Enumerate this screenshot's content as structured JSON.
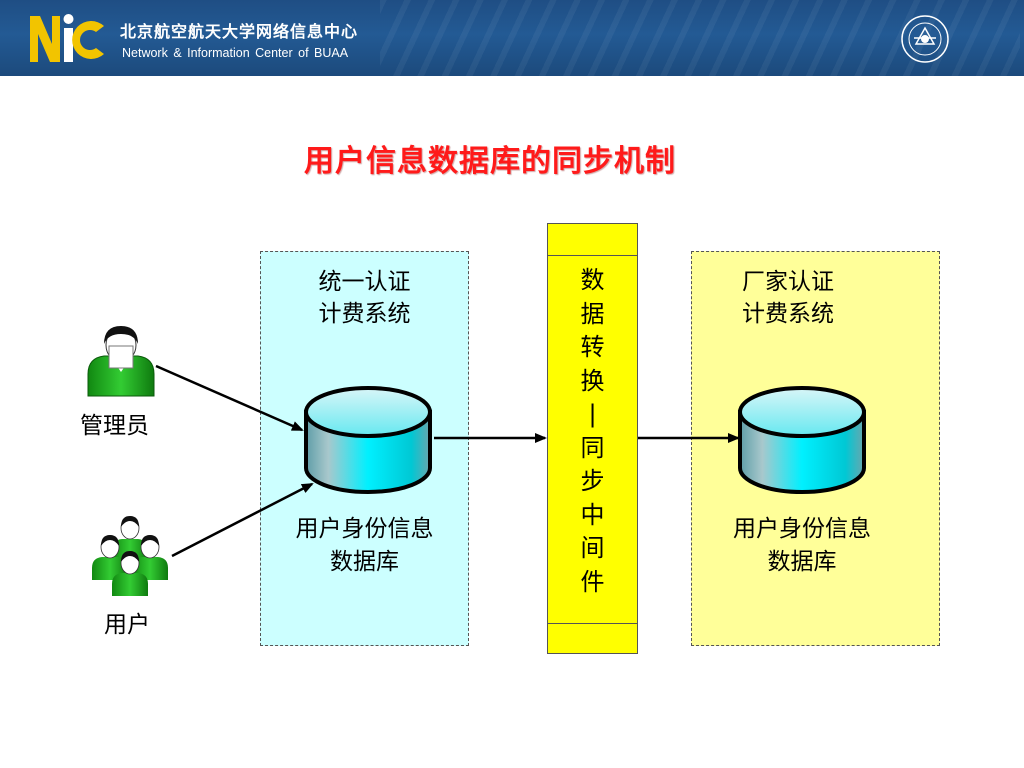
{
  "header": {
    "org_name_cn": "北京航空航天大学网络信息中心",
    "org_name_en": "Network & Information Center of BUAA",
    "logo_text": "NIC"
  },
  "title": "用户信息数据库的同步机制",
  "left_system": {
    "line1": "统一认证",
    "line2": "计费系统",
    "db_line1": "用户身份信息",
    "db_line2": "数据库"
  },
  "right_system": {
    "line1": "厂家认证",
    "line2": "计费系统",
    "db_line1": "用户身份信息",
    "db_line2": "数据库"
  },
  "middleware": {
    "chars": [
      "数",
      "据",
      "转",
      "换",
      "|",
      "同",
      "步",
      "中",
      "间",
      "件"
    ]
  },
  "actors": {
    "admin_label": "管理员",
    "users_label": "用户"
  },
  "colors": {
    "header_bg": "#235a94",
    "title": "#ff1a1a",
    "left_box": "#ccffff",
    "right_box": "#ffff99",
    "middleware": "#ffff00",
    "db_fill": "#00e5ee",
    "person_green": "#22aa22"
  }
}
